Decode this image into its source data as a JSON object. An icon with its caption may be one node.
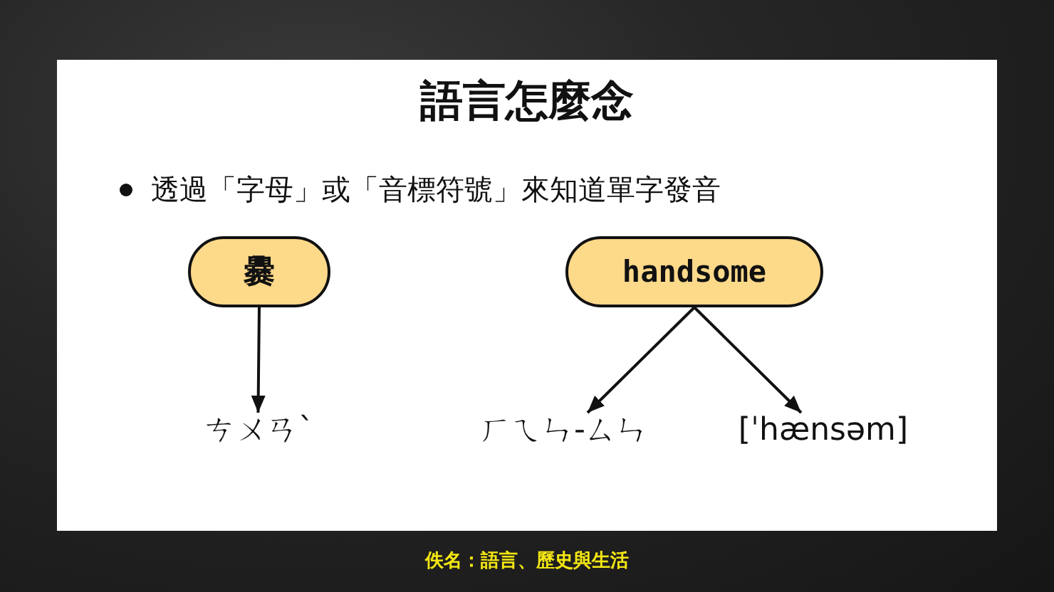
{
  "diagram": {
    "title": "語言怎麼念",
    "nodes": [
      {
        "text": [
          "爨"
        ]
      },
      {
        "text": [
          "handsome"
        ]
      },
      {
        "text": [
          "ㄘㄨㄢˋ"
        ]
      },
      {
        "text": [
          "ㄏㄟㄣ-ㄙㄣ"
        ]
      },
      {
        "text": [
          "[ˈhænsəm]"
        ]
      }
    ],
    "edges": [
      {
        "from": 0,
        "to": 2,
        "arrow": "to"
      },
      {
        "from": 1,
        "to": 3,
        "arrow": "to"
      },
      {
        "from": 1,
        "to": 4,
        "arrow": "to"
      }
    ],
    "labels": [
      "透過「字母」或「音標符號」來知道單字發音",
      "佚名：語言、歷史與生活"
    ]
  }
}
